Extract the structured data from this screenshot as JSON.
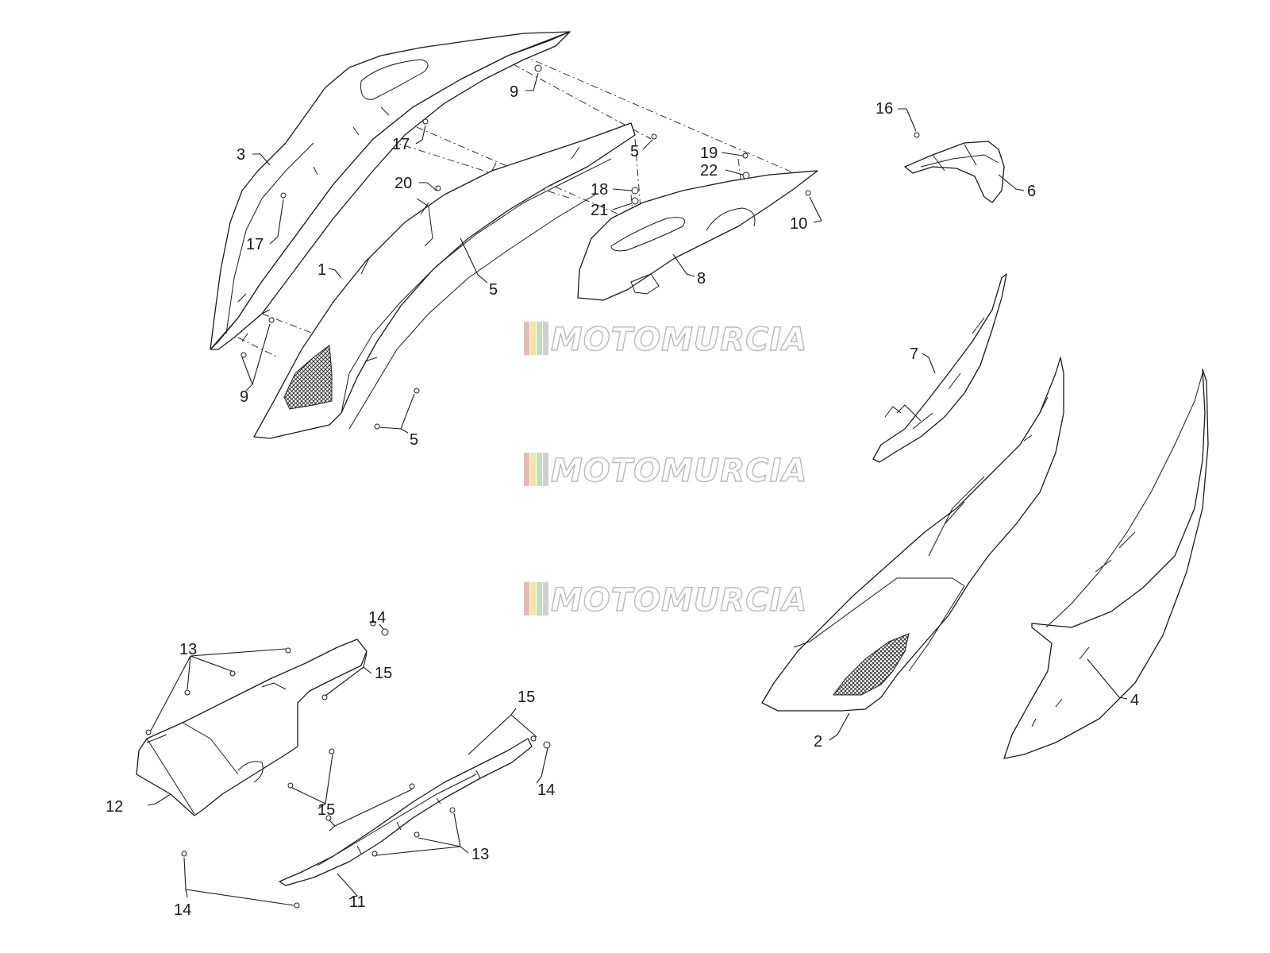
{
  "watermark": {
    "text": "MOTOMURCIA",
    "stripe_colors": [
      "#e7b8b8",
      "#f1e4a6",
      "#bfe0b0",
      "#d0d0d0"
    ]
  },
  "callouts": [
    {
      "id": "c3",
      "label": "3"
    },
    {
      "id": "c9a",
      "label": "9"
    },
    {
      "id": "c17a",
      "label": "17"
    },
    {
      "id": "c17b",
      "label": "17"
    },
    {
      "id": "c20",
      "label": "20"
    },
    {
      "id": "c1",
      "label": "1"
    },
    {
      "id": "c5a",
      "label": "5"
    },
    {
      "id": "c5b",
      "label": "5"
    },
    {
      "id": "c5c",
      "label": "5"
    },
    {
      "id": "c9b",
      "label": "9"
    },
    {
      "id": "c18",
      "label": "18"
    },
    {
      "id": "c21",
      "label": "21"
    },
    {
      "id": "c19",
      "label": "19"
    },
    {
      "id": "c22",
      "label": "22"
    },
    {
      "id": "c8",
      "label": "8"
    },
    {
      "id": "c10",
      "label": "10"
    },
    {
      "id": "c16",
      "label": "16"
    },
    {
      "id": "c6",
      "label": "6"
    },
    {
      "id": "c7",
      "label": "7"
    },
    {
      "id": "c2",
      "label": "2"
    },
    {
      "id": "c4",
      "label": "4"
    },
    {
      "id": "c13a",
      "label": "13"
    },
    {
      "id": "c14a",
      "label": "14"
    },
    {
      "id": "c15a",
      "label": "15"
    },
    {
      "id": "c12",
      "label": "12"
    },
    {
      "id": "c15b",
      "label": "15"
    },
    {
      "id": "c15c",
      "label": "15"
    },
    {
      "id": "c14b",
      "label": "14"
    },
    {
      "id": "c13b",
      "label": "13"
    },
    {
      "id": "c14c",
      "label": "14"
    },
    {
      "id": "c11",
      "label": "11"
    }
  ]
}
